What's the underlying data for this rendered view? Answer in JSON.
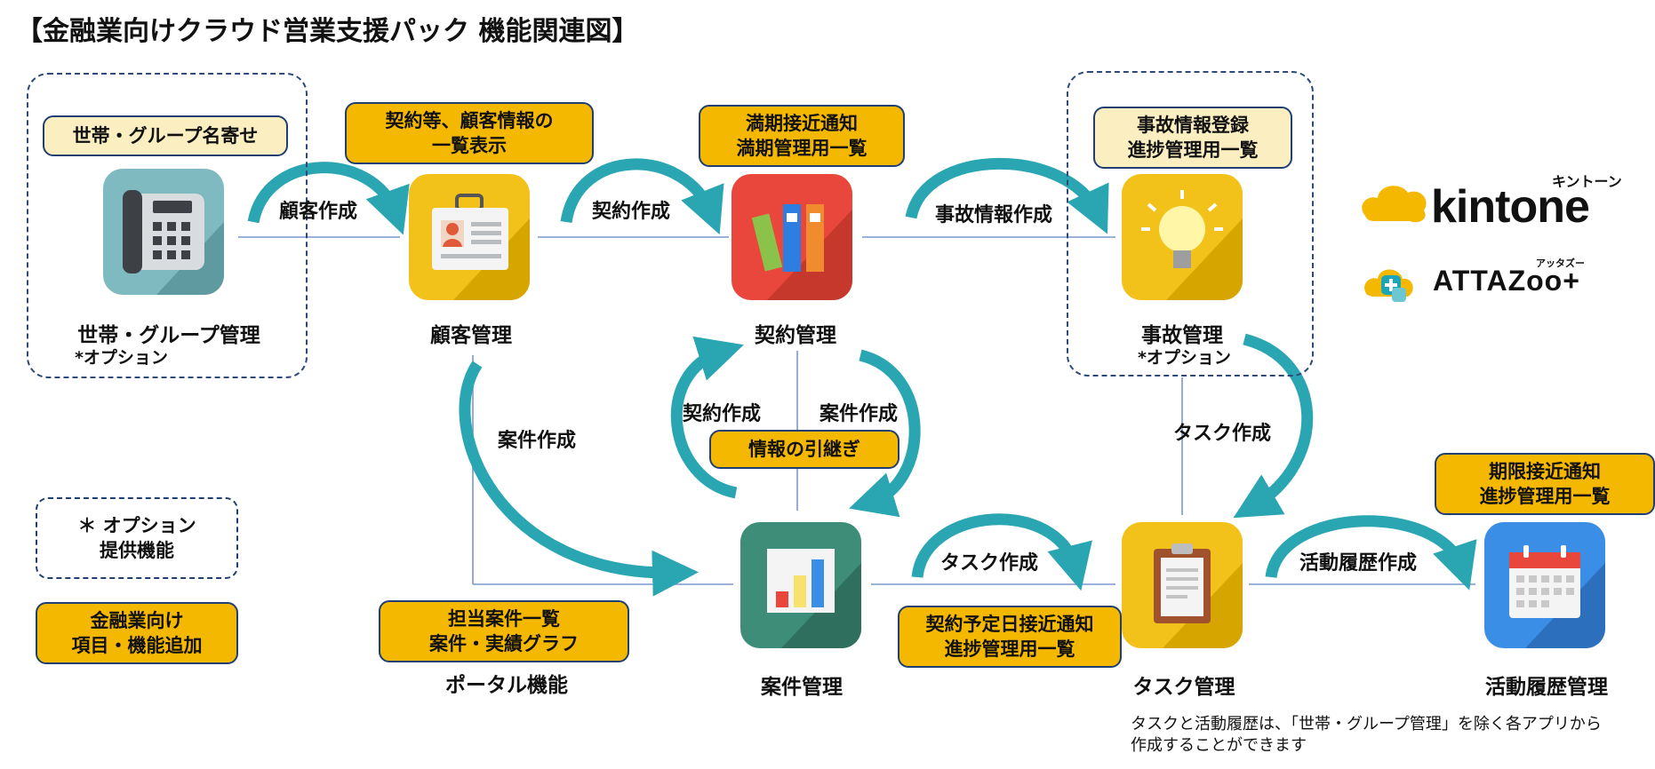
{
  "title": "【金融業向けクラウド営業支援パック 機能関連図】",
  "colors": {
    "teal": "#2aa6b3",
    "label_yellow": "#f5b800",
    "label_cream": "#fbeec1",
    "border_navy": "#1f3f73",
    "line_blue": "#6a8bc7"
  },
  "nodes": {
    "household": {
      "name": "世帯・グループ管理",
      "sub": "*オプション",
      "label": "世帯・グループ名寄せ",
      "icon": "telephone-icon"
    },
    "customer": {
      "name": "顧客管理",
      "label_line1": "契約等、顧客情報の",
      "label_line2": "一覧表示",
      "icon": "id-badge-icon"
    },
    "contract": {
      "name": "契約管理",
      "label_line1": "満期接近通知",
      "label_line2": "満期管理用一覧",
      "icon": "binders-icon"
    },
    "accident": {
      "name": "事故管理",
      "sub": "*オプション",
      "label_line1": "事故情報登録",
      "label_line2": "進捗管理用一覧",
      "icon": "lightbulb-icon"
    },
    "project": {
      "name": "案件管理",
      "icon": "bar-chart-icon"
    },
    "task": {
      "name": "タスク管理",
      "label_line1": "契約予定日接近通知",
      "label_line2": "進捗管理用一覧",
      "icon": "clipboard-icon"
    },
    "activity": {
      "name": "活動履歴管理",
      "label_line1": "期限接近通知",
      "label_line2": "進捗管理用一覧",
      "icon": "calendar-icon"
    },
    "portal": {
      "name": "ポータル機能",
      "label_line1": "担当案件一覧",
      "label_line2": "案件・実績グラフ"
    }
  },
  "flows": {
    "customer_create": "顧客作成",
    "contract_create_top": "契約作成",
    "accident_create": "事故情報作成",
    "project_create": "案件作成",
    "contract_create_mid": "契約作成",
    "project_create_mid": "案件作成",
    "handover": "情報の引継ぎ",
    "task_create_right": "タスク作成",
    "task_create_bottom": "タスク作成",
    "activity_create": "活動履歴作成"
  },
  "legend": {
    "option_line1": "＊ オプション",
    "option_line2": "提供機能",
    "finance_line1": "金融業向け",
    "finance_line2": "項目・機能追加"
  },
  "footnote": {
    "line1": "タスクと活動履歴は、「世帯・グループ管理」を除く各アプリから",
    "line2": "作成することができます"
  },
  "logos": {
    "kintone_wordmark": "kintone",
    "kintone_kana": "キントーン",
    "attazoo_wordmark": "ATTAZoo+",
    "attazoo_kana": "アッタズー"
  }
}
